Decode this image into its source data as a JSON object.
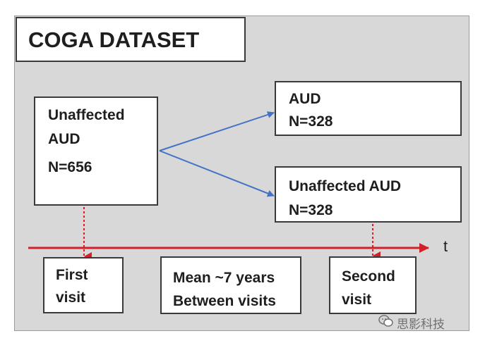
{
  "title": "COGA DATASET",
  "start": {
    "line1": "Unaffected",
    "line2": "AUD",
    "count": "N=656"
  },
  "outcome_aud": {
    "label": "AUD",
    "count": "N=328"
  },
  "outcome_unaffected": {
    "label": "Unaffected AUD",
    "count": "N=328"
  },
  "timeline": {
    "axis_label": "t",
    "first_visit": {
      "line1": "First",
      "line2": "visit"
    },
    "interval": {
      "line1": "Mean ~7 years",
      "line2": "Between visits"
    },
    "second_visit": {
      "line1": "Second",
      "line2": "visit"
    }
  },
  "watermark": {
    "text": "思影科技",
    "icon": "wechat-icon"
  },
  "colors": {
    "branch_arrow": "#4472c4",
    "timeline": "#d0202a",
    "box_border": "#3a3a3a",
    "background": "#d8d8d8"
  }
}
